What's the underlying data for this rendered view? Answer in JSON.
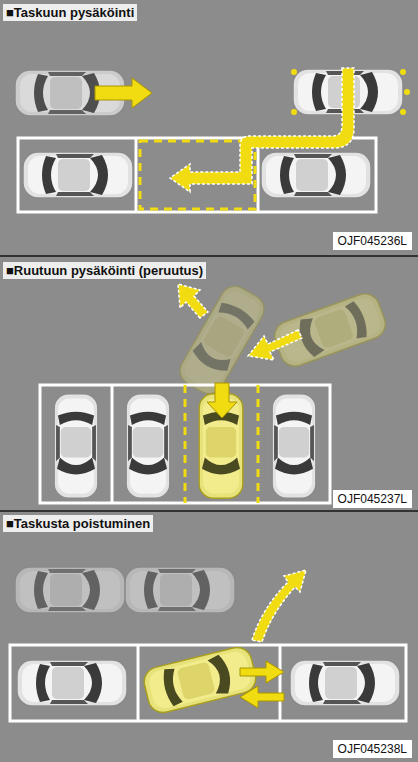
{
  "diagram": {
    "labels": [
      "■Taskuun pysäköinti",
      "OJF045236L",
      "■Ruutuun pysäköinti (peruutus)",
      "OJF045237L",
      "■Taskusta poistuminen",
      "OJF045238L"
    ]
  }
}
